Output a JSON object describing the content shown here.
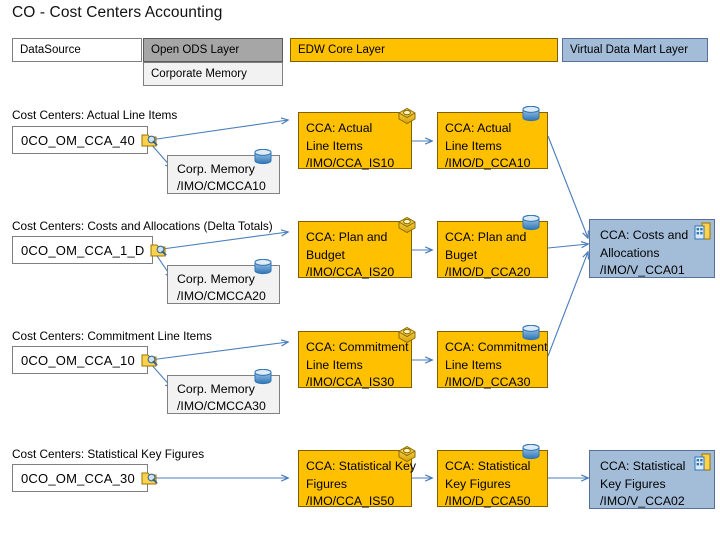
{
  "title": "CO - Cost Centers Accounting",
  "legend": {
    "datasource": "DataSource",
    "open_ods_layer": "Open ODS Layer",
    "corporate_memory": "Corporate Memory",
    "edw_core_layer": "EDW Core Layer",
    "virtual_data_mart_layer": "Virtual Data Mart Layer"
  },
  "colors": {
    "edw_orange": "#ffc000",
    "vdm_blue": "#a3bdd9",
    "ods_gray": "#a6a6a6",
    "corporate_memory_gray": "#f2f2f2",
    "arrow_blue": "#4a7ebb"
  },
  "rows": [
    {
      "caption": "Cost Centers: Actual Line Items",
      "datasource": "0CO_OM_CCA_40",
      "corporate_memory": {
        "line1": "Corp. Memory",
        "line2": "/IMO/CMCCA10"
      },
      "transform": {
        "line1": "CCA: Actual",
        "line2": "Line Items",
        "line3": "/IMO/CCA_IS10"
      },
      "dso": {
        "line1": "CCA: Actual",
        "line2": "Line Items",
        "line3": "/IMO/D_CCA10"
      }
    },
    {
      "caption": "Cost Centers: Costs and Allocations (Delta Totals)",
      "datasource": "0CO_OM_CCA_1_D",
      "corporate_memory": {
        "line1": "Corp. Memory",
        "line2": "/IMO/CMCCA20"
      },
      "transform": {
        "line1": "CCA: Plan and",
        "line2": "Budget",
        "line3": "/IMO/CCA_IS20"
      },
      "dso": {
        "line1": "CCA: Plan and",
        "line2": "Buget",
        "line3": "/IMO/D_CCA20"
      }
    },
    {
      "caption": "Cost Centers: Commitment Line Items",
      "datasource": "0CO_OM_CCA_10",
      "corporate_memory": {
        "line1": "Corp. Memory",
        "line2": "/IMO/CMCCA30"
      },
      "transform": {
        "line1": "CCA: Commitment",
        "line2": "Line Items",
        "line3": "/IMO/CCA_IS30"
      },
      "dso": {
        "line1": "CCA: Commitment",
        "line2": "Line Items",
        "line3": "/IMO/D_CCA30"
      }
    },
    {
      "caption": "Cost Centers: Statistical Key Figures",
      "datasource": "0CO_OM_CCA_30",
      "corporate_memory": null,
      "transform": {
        "line1": "CCA: Statistical Key",
        "line2": "Figures",
        "line3": "/IMO/CCA_IS50"
      },
      "dso": {
        "line1": "CCA: Statistical",
        "line2": "Key Figures",
        "line3": "/IMO/D_CCA50"
      }
    }
  ],
  "composites": {
    "costs_and_allocations": {
      "line1": "CCA: Costs and",
      "line2": "Allocations",
      "line3": "/IMO/V_CCA01"
    },
    "statistical_key_figures": {
      "line1": "CCA: Statistical",
      "line2": "Key Figures",
      "line3": "/IMO/V_CCA02"
    }
  },
  "icons": {
    "datasource": "datasource-plug-icon",
    "transformation": "transformation-package-icon",
    "database": "database-cylinder-icon",
    "composite": "composite-provider-icon"
  }
}
